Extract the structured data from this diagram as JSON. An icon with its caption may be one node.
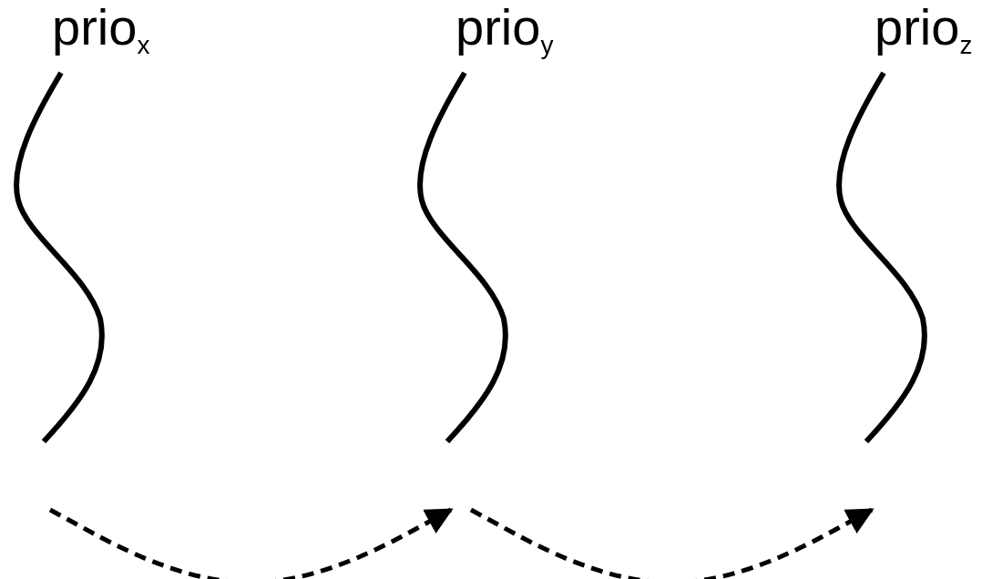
{
  "diagram": {
    "nodes": [
      {
        "text": [
          "prio$_{x}$"
        ]
      },
      {
        "text": [
          "prio$_{y}$"
        ]
      },
      {
        "text": [
          "prio$_{z}$"
        ]
      }
    ],
    "edges": [
      {
        "from": 0,
        "to": 1,
        "arrow": "to",
        "style": "dashed"
      },
      {
        "from": 1,
        "to": 2,
        "arrow": "to",
        "style": "dashed"
      }
    ]
  }
}
